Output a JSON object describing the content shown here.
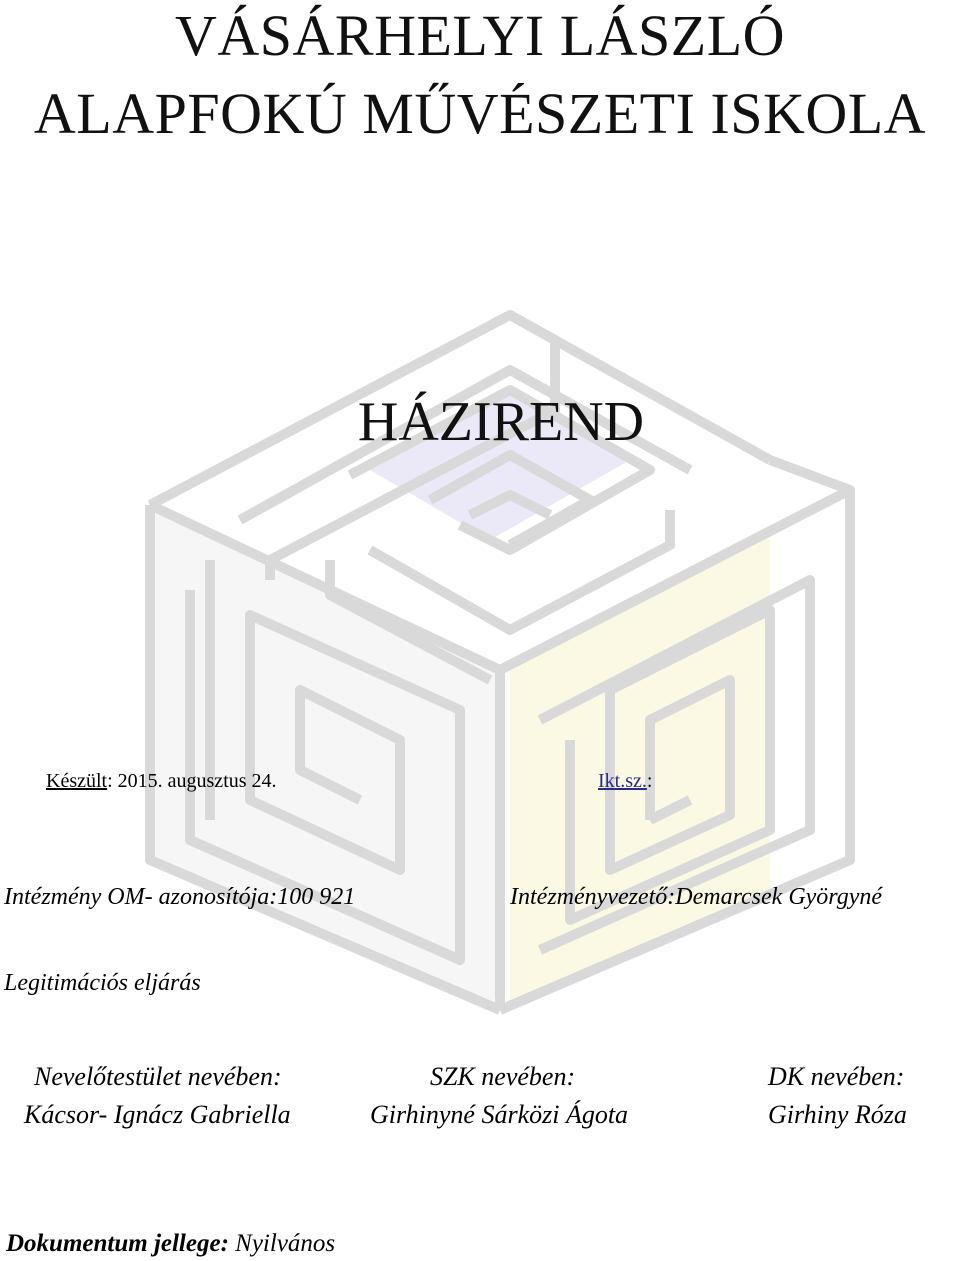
{
  "header": {
    "line1": "VÁSÁRHELYI LÁSZLÓ",
    "line2": "ALAPFOKÚ MŰVÉSZETI ISKOLA"
  },
  "document_title": "HÁZIREND",
  "watermark": {
    "icon": "school-cube-logo",
    "colors": {
      "lavender": "#e6e2f7",
      "cream": "#f9f5dc",
      "outline": "#d6d6d6"
    }
  },
  "meta": {
    "prepared_label": "Készült",
    "prepared_value": ": 2015. augusztus 24.",
    "reg_label": "Ikt.sz.",
    "reg_value": ":"
  },
  "institution": {
    "om_label": "Intézmény OM- azonosítója:",
    "om_value": "100 921",
    "director_label": "Intézményvezető:",
    "director_value": "Demarcsek Györgyné"
  },
  "legitimation_label": "Legitimációs eljárás",
  "signatories": [
    {
      "role": "Nevelőtestület nevében:",
      "name": "Kácsor- Ignácz Gabriella"
    },
    {
      "role": "SZK nevében:",
      "name": "Girhinyné Sárközi Ágota"
    },
    {
      "role": "DK nevében:",
      "name": "Girhiny Róza"
    }
  ],
  "document_nature": {
    "label": "Dokumentum jellege:",
    "value": "Nyilvános"
  }
}
